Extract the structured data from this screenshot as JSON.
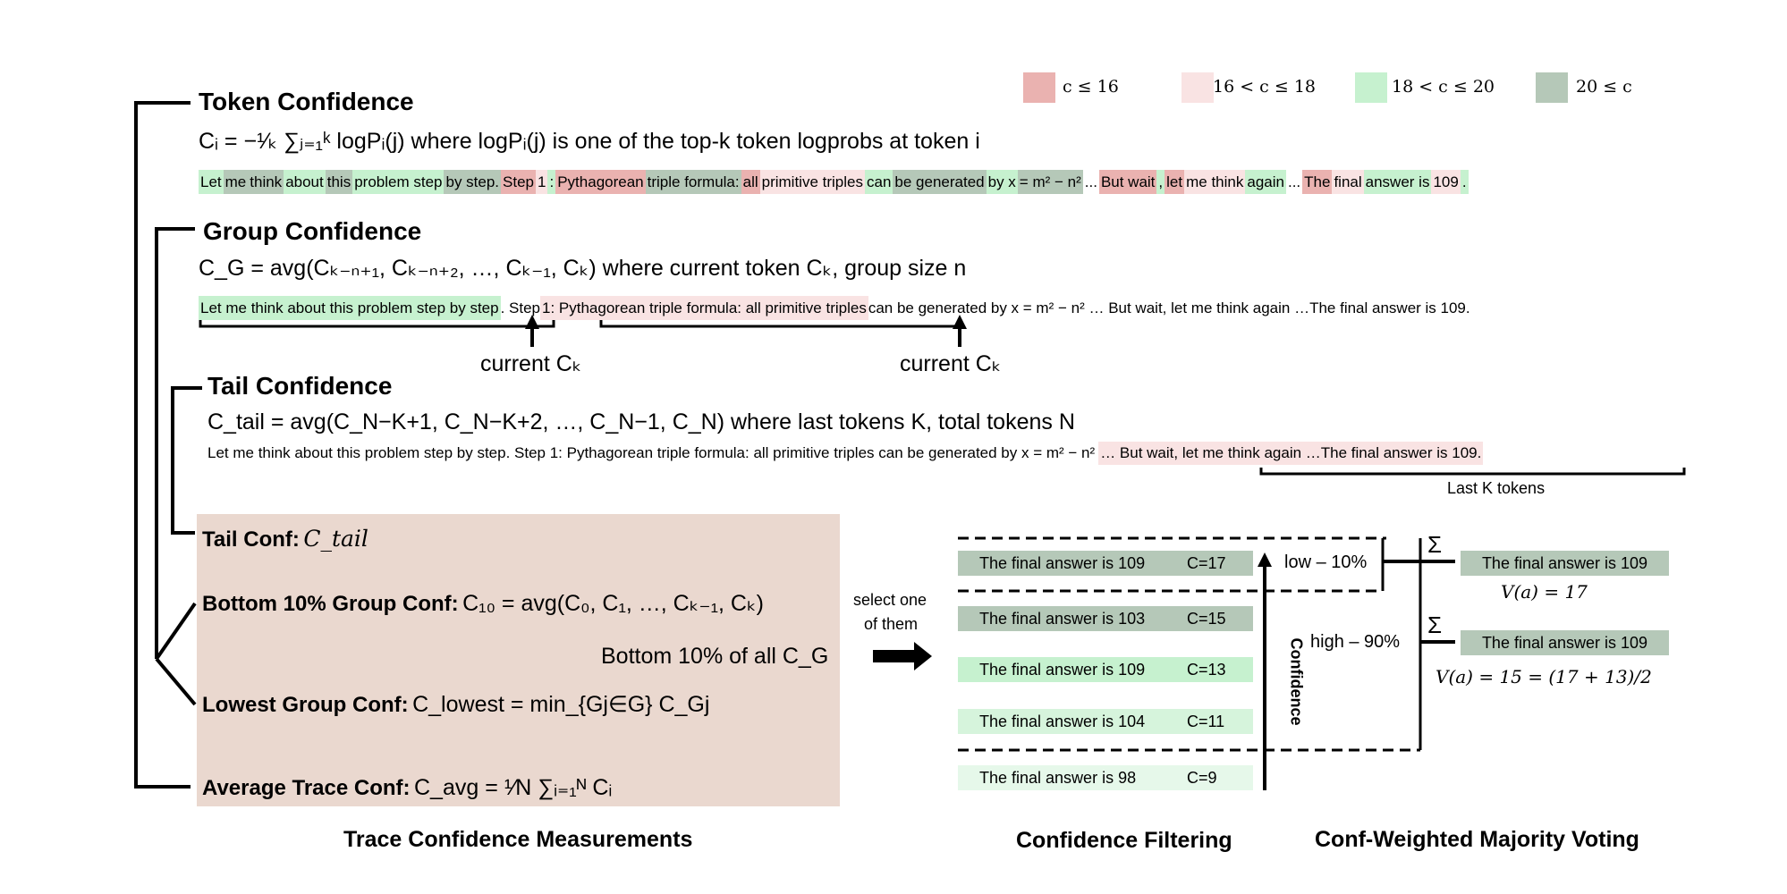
{
  "legend": [
    {
      "label": "c ≤ 16",
      "color": "#eab2b0"
    },
    {
      "label": "16 < c ≤ 18",
      "color": "#f9e3e3"
    },
    {
      "label": "18 < c ≤ 20",
      "color": "#c6f1cf"
    },
    {
      "label": "20 ≤ c",
      "color": "#b5c8b8"
    }
  ],
  "token_conf": {
    "title": "Token Confidence",
    "formula": "Cᵢ = −¹⁄ₖ ∑ⱼ₌₁ᵏ logPᵢ(j) where logPᵢ(j) is one of the top-k token logprobs at token i",
    "tokens": [
      {
        "t": "Let",
        "c": "g"
      },
      {
        "t": "me",
        "c": "d"
      },
      {
        "t": "think",
        "c": "d"
      },
      {
        "t": "about",
        "c": "g"
      },
      {
        "t": "this",
        "c": "d"
      },
      {
        "t": "problem step",
        "c": "g"
      },
      {
        "t": "by step.",
        "c": "d"
      },
      {
        "t": "Step",
        "c": "r"
      },
      {
        "t": "1",
        "c": "p"
      },
      {
        "t": ":",
        "c": "g"
      },
      {
        "t": "Pythagorean",
        "c": "r"
      },
      {
        "t": "triple formula:",
        "c": "d"
      },
      {
        "t": "all",
        "c": "r"
      },
      {
        "t": "primitive triples",
        "c": "p"
      },
      {
        "t": "can",
        "c": "g"
      },
      {
        "t": "be generated",
        "c": "d"
      },
      {
        "t": "by x",
        "c": "g"
      },
      {
        "t": "= m² − n²",
        "c": "d"
      },
      {
        "t": "...",
        "c": "n"
      },
      {
        "t": "But wait",
        "c": "r"
      },
      {
        "t": ",",
        "c": "g"
      },
      {
        "t": "let",
        "c": "r"
      },
      {
        "t": "me think",
        "c": "p"
      },
      {
        "t": "again",
        "c": "g"
      },
      {
        "t": "...",
        "c": "n"
      },
      {
        "t": "The",
        "c": "r"
      },
      {
        "t": "final",
        "c": "p"
      },
      {
        "t": "answer is",
        "c": "g"
      },
      {
        "t": "109",
        "c": "p"
      },
      {
        "t": ".",
        "c": "g"
      }
    ]
  },
  "group_conf": {
    "title": "Group Confidence",
    "formula": "C_G = avg(Cₖ₋ₙ₊₁, Cₖ₋ₙ₊₂, …, Cₖ₋₁, Cₖ) where current token Cₖ, group size n",
    "seg1": "Let me think about this problem step by step",
    "seg2": ". Step ",
    "seg3": "1: Pythagorean triple formula: all primitive triples",
    "seg4": " can be generated by x = m² − n² … But wait, let me think again …The final answer is 109.",
    "current_label_1": "current Cₖ",
    "current_label_2": "current  Cₖ"
  },
  "tail_conf": {
    "title": "Tail Confidence",
    "formula": "C_tail = avg(C_N−K+1, C_N−K+2, …, C_N−1, C_N) where last tokens K, total tokens N",
    "seg1": "Let me think about this problem step by step. Step 1: Pythagorean triple formula: all primitive triples can be generated by x = m² − n²",
    "seg2": "… But wait, let me think again …The final answer is 109.",
    "last_k_label": "Last K tokens"
  },
  "measurements": {
    "tail_label": "Tail Conf:",
    "tail_formula": "C_tail",
    "bottom_label": "Bottom 10% Group Conf:",
    "bottom_formula": "C₁₀ = avg(C₀, C₁, …, Cₖ₋₁, Cₖ)",
    "bottom_note": "Bottom 10% of all C_G",
    "lowest_label": "Lowest Group Conf:",
    "lowest_formula": "C_lowest = min_{Gj∈G} C_Gj",
    "avg_label": "Average Trace Conf:",
    "avg_formula": "C_avg = ¹⁄N ∑ᵢ₌₁ᴺ Cᵢ",
    "caption": "Trace Confidence Measurements"
  },
  "select_text_1": "select one",
  "select_text_2": "of them",
  "filtering": {
    "traces": [
      {
        "answer": "The final answer is 109",
        "conf": "C=17",
        "color": "#b5c8b8"
      },
      {
        "answer": "The final answer is 103",
        "conf": "C=15",
        "color": "#b5c8b8"
      },
      {
        "answer": "The final answer is 109",
        "conf": "C=13",
        "color": "#c6f1cf"
      },
      {
        "answer": "The final answer is 104",
        "conf": "C=11",
        "color": "#d6f4dc"
      },
      {
        "answer": "The final answer is 98",
        "conf": "C=9",
        "color": "#e6f8ea"
      }
    ],
    "axis_label": "Confidence",
    "low_label": "low – 10%",
    "high_label": "high – 90%",
    "caption": "Confidence Filtering"
  },
  "voting": {
    "sum_symbol": "Σ",
    "result_low": "The final answer is 109",
    "vote_low": "V(a) = 17",
    "result_high": "The final answer is 109",
    "vote_high": "V(a) = 15 = (17 + 13)/2",
    "caption": "Conf-Weighted Majority Voting"
  }
}
